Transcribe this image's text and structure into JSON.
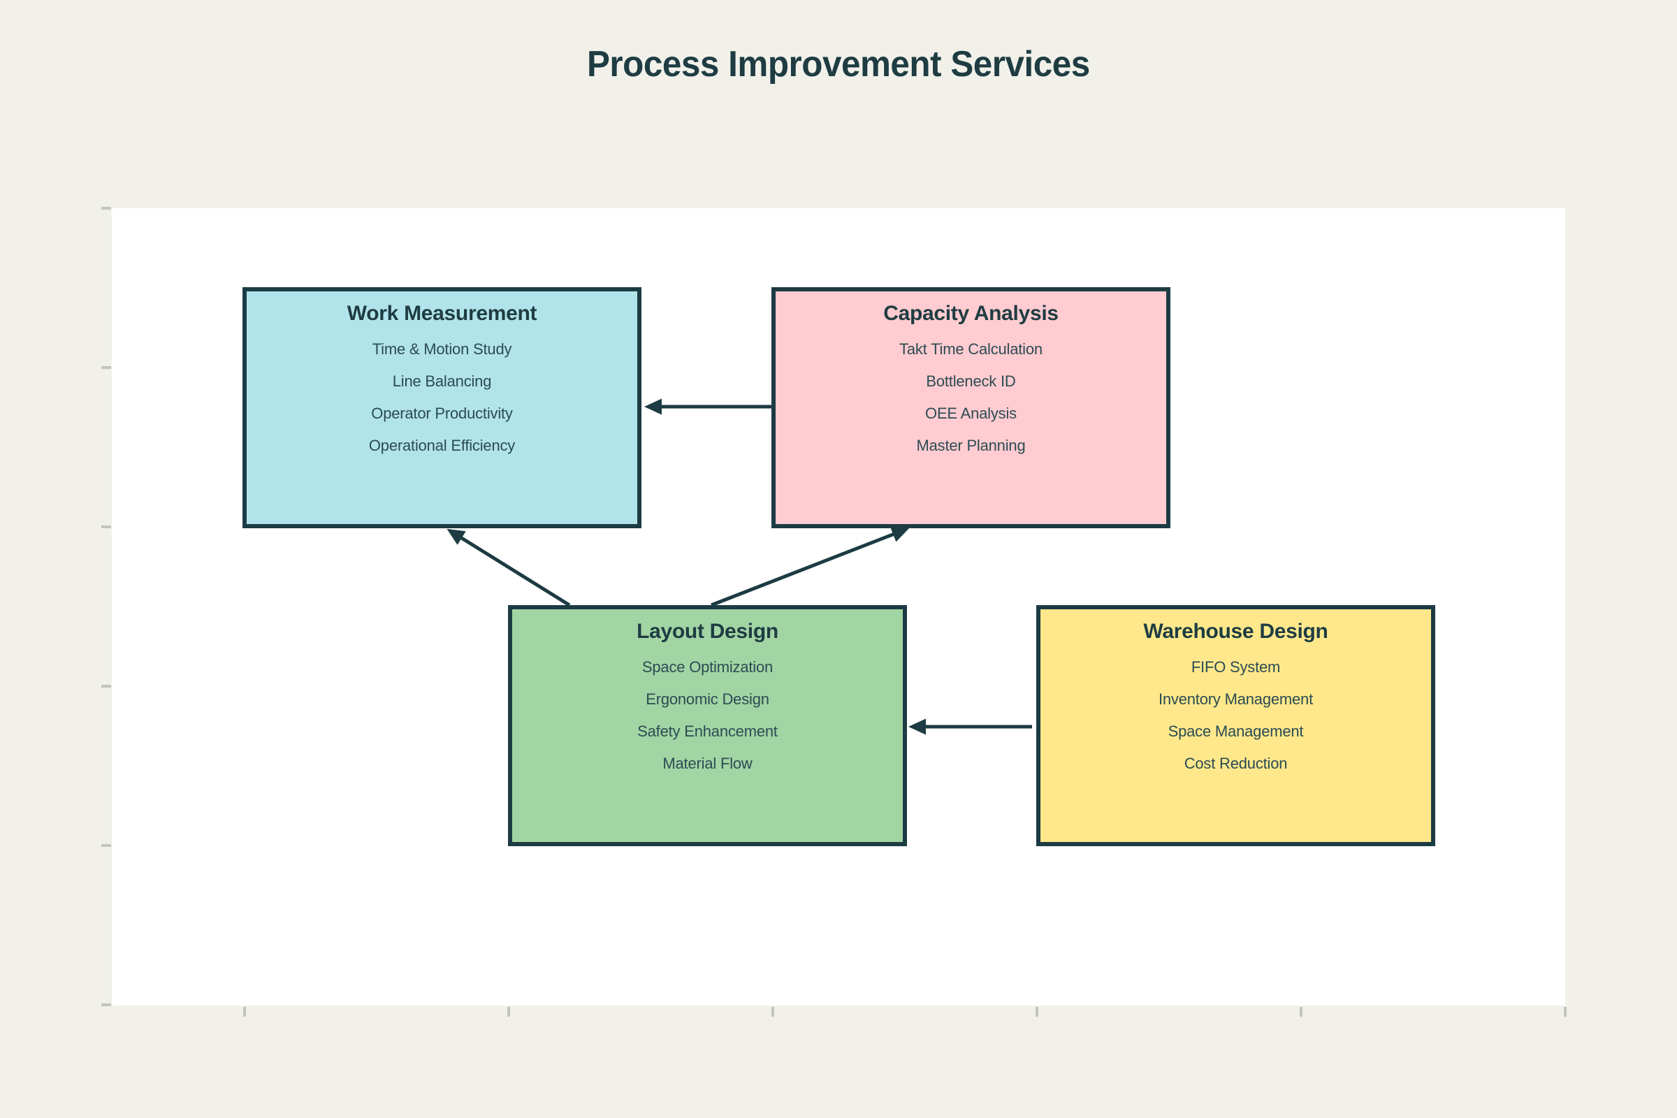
{
  "page_title": "Process Improvement Services",
  "colors": {
    "page_background": "#F1F1EA",
    "canvas_background": "#FFFFFF",
    "outline": "#1C3B43",
    "tick": "#C4C4BF",
    "title_text": "#1E3C42",
    "item_text": "#2C4B53"
  },
  "nodes": [
    {
      "id": "work-measurement",
      "title": "Work Measurement",
      "fill": "#B1E3EA",
      "items": [
        "Time & Motion Study",
        "Line Balancing",
        "Operator Productivity",
        "Operational Efficiency"
      ]
    },
    {
      "id": "capacity-analysis",
      "title": "Capacity Analysis",
      "fill": "#FFCCD1",
      "items": [
        "Takt Time Calculation",
        "Bottleneck ID",
        "OEE Analysis",
        "Master Planning"
      ]
    },
    {
      "id": "layout-design",
      "title": "Layout Design",
      "fill": "#A2D5A4",
      "items": [
        "Space Optimization",
        "Ergonomic Design",
        "Safety Enhancement",
        "Material Flow"
      ]
    },
    {
      "id": "warehouse-design",
      "title": "Warehouse Design",
      "fill": "#FEE88B",
      "items": [
        "FIFO System",
        "Inventory Management",
        "Space Management",
        "Cost Reduction"
      ]
    }
  ],
  "edges": [
    {
      "from": "capacity-analysis",
      "to": "work-measurement"
    },
    {
      "from": "layout-design",
      "to": "work-measurement"
    },
    {
      "from": "layout-design",
      "to": "capacity-analysis"
    },
    {
      "from": "warehouse-design",
      "to": "layout-design"
    }
  ]
}
